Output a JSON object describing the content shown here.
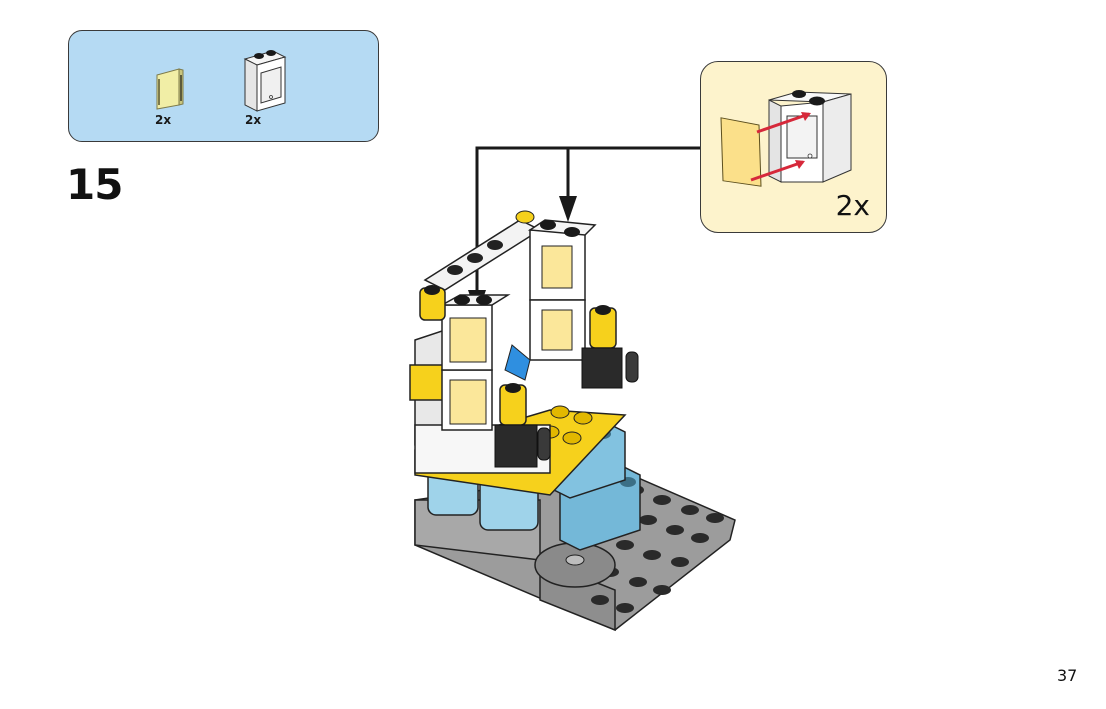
{
  "parts_list": {
    "items": [
      {
        "name": "transparent-yellow-glass-pane",
        "quantity": "2x",
        "color": "#f1eea6"
      },
      {
        "name": "white-window-frame-1x2x2",
        "quantity": "2x",
        "color": "#ffffff"
      }
    ],
    "background_color": "#b5daf3"
  },
  "step": {
    "number": "15"
  },
  "callout": {
    "quantity": "2x",
    "background_color": "#fdf3cc",
    "arrow_color": "#d6283a"
  },
  "page": {
    "number": "37"
  }
}
